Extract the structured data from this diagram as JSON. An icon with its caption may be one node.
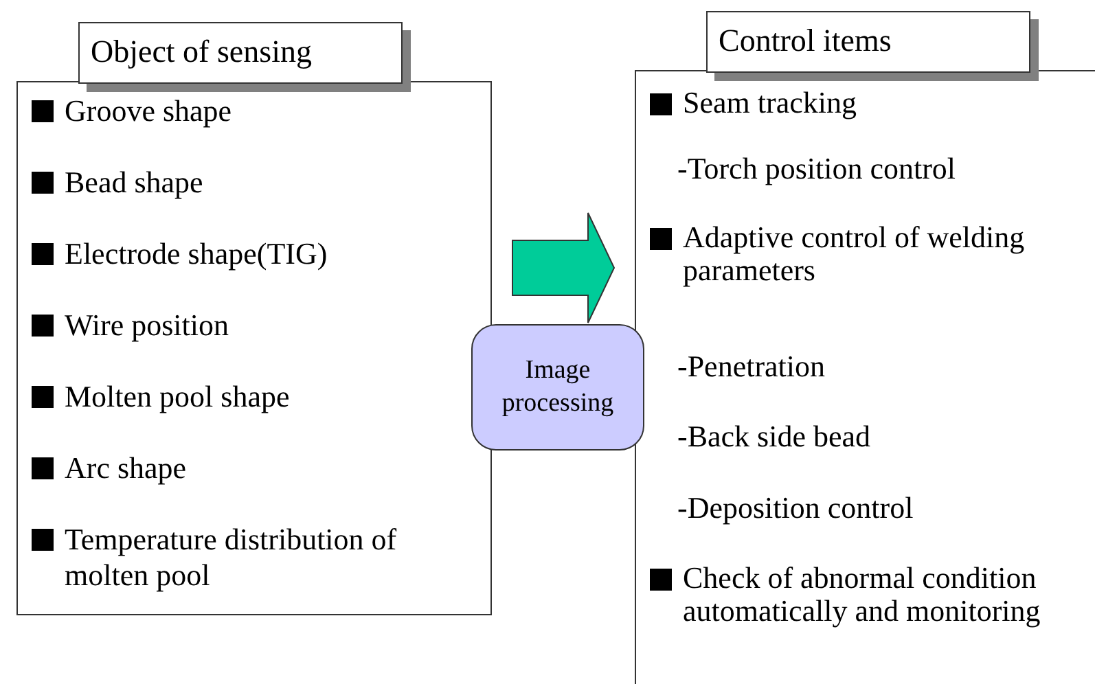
{
  "diagram": {
    "nodes": [
      {
        "text": [
          "Object of sensing",
          "Groove shape",
          "Bead shape",
          "Electrode shape(TIG)",
          "Wire position",
          "Molten pool shape",
          "Arc shape",
          "Temperature distribution of molten pool"
        ]
      },
      {
        "text": [
          "Control items",
          "Seam tracking",
          "-Torch position control",
          "Adaptive control of welding parameters",
          "-Penetration",
          "-Back side bead",
          "-Deposition control",
          "Check of abnormal condition automatically and monitoring"
        ]
      },
      {
        "text": [
          "Image processing"
        ]
      }
    ],
    "edges": [
      {
        "from": 0,
        "to": 1,
        "arrow": "to"
      }
    ]
  }
}
